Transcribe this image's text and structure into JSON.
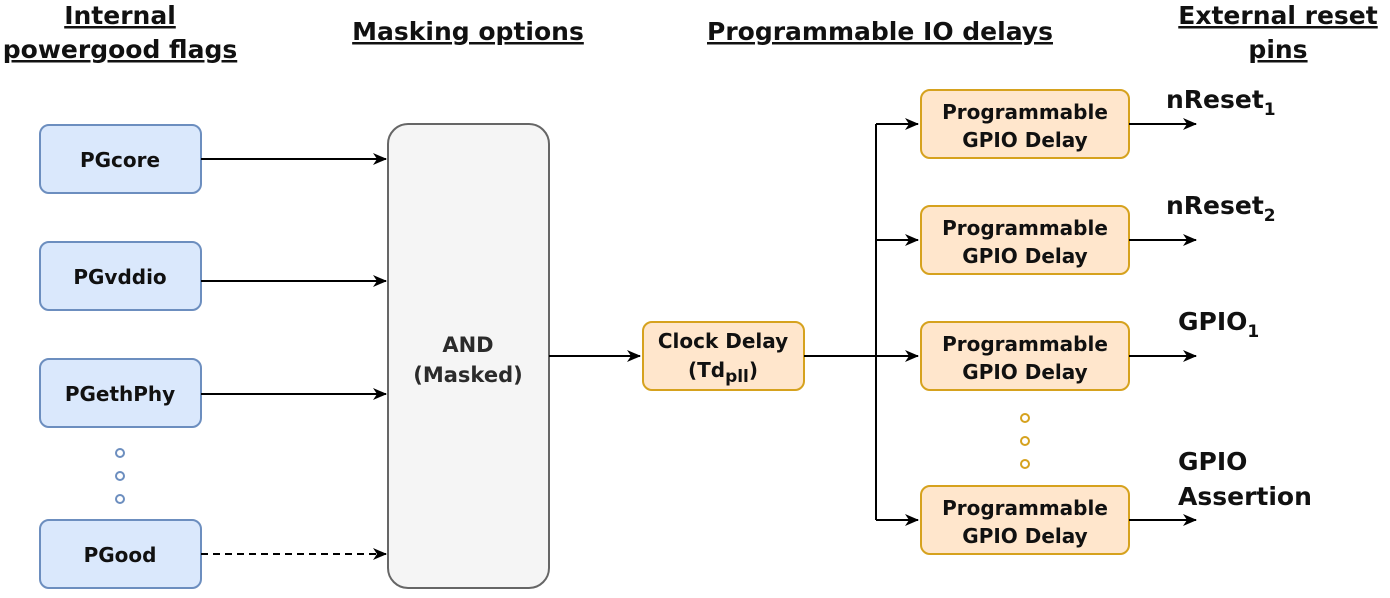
{
  "headers": {
    "internal_line1": "Internal",
    "internal_line2": "powergood flags",
    "masking": "Masking options",
    "programmable": "Programmable IO delays",
    "external_line1": "External reset",
    "external_line2": "pins"
  },
  "flags": {
    "pgcore": "PGcore",
    "pgvddio": "PGvddio",
    "pgethphy": "PGethPhy",
    "pgood": "PGood"
  },
  "and_gate": {
    "line1": "AND",
    "line2": "(Masked)"
  },
  "clock_delay": {
    "line1": "Clock Delay",
    "line2_open": "(Td",
    "line2_sub": "pll",
    "line2_close": ")"
  },
  "gpio_delay": {
    "line1": "Programmable",
    "line2": "GPIO Delay"
  },
  "pins": {
    "nreset1_base": "nReset",
    "nreset1_sub": "1",
    "nreset2_base": "nReset",
    "nreset2_sub": "2",
    "gpio1_base": "GPIO",
    "gpio1_sub": "1",
    "gpio_assert_line1": "GPIO",
    "gpio_assert_line2": "Assertion"
  },
  "colors": {
    "blue_fill": "#dae8fc",
    "blue_stroke": "#6c8ebf",
    "orange_fill": "#ffe6cc",
    "orange_stroke": "#d6a21e",
    "gray_fill": "#f5f5f5",
    "gray_stroke": "#666666",
    "line": "#000000"
  }
}
